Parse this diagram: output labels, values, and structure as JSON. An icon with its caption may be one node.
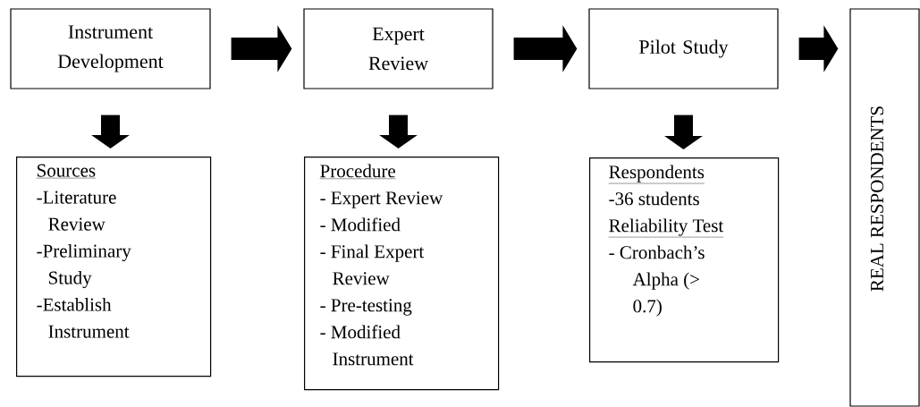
{
  "diagram": {
    "nodes": [
      {
        "text": [
          "Instrument Development"
        ]
      },
      {
        "text": [
          "Expert Review"
        ]
      },
      {
        "text": [
          "Pilot Study"
        ]
      },
      {
        "text": [
          "REAL RESPONDENTS"
        ]
      },
      {
        "text": [
          "Sources",
          "-Literature Review",
          "-Preliminary Study",
          "-Establish Instrument"
        ]
      },
      {
        "text": [
          "Procedure",
          "- Expert Review",
          "- Modified",
          "- Final Expert Review",
          "- Pre-testing",
          "- Modified Instrument"
        ]
      },
      {
        "text": [
          "Respondents",
          "-36 students",
          "Reliability Test",
          "- Cronbach’s Alpha (> 0.7)"
        ]
      }
    ],
    "edges": [
      {
        "from": 0,
        "to": 1,
        "arrow": "to"
      },
      {
        "from": 1,
        "to": 2,
        "arrow": "to"
      },
      {
        "from": 2,
        "to": 3,
        "arrow": "to"
      },
      {
        "from": 0,
        "to": 4,
        "arrow": "to"
      },
      {
        "from": 1,
        "to": 5,
        "arrow": "to"
      },
      {
        "from": 2,
        "to": 6,
        "arrow": "to"
      }
    ]
  }
}
